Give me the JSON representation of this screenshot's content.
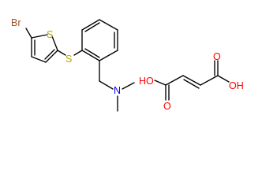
{
  "compound": {
    "atom_labels": {
      "bromine": "Br",
      "thiophene_sulfur": "S",
      "thioether_sulfur": "S",
      "amine_nitrogen": "N",
      "acid_left": "HO",
      "acid_right": "OH",
      "carbonyl_left": "O",
      "carbonyl_right": "O"
    },
    "colors": {
      "bond": "#000000",
      "sulfur": "#b8a000",
      "oxygen": "#ff0000",
      "bromine": "#a0522d",
      "nitrogen": "#0000ff"
    }
  }
}
